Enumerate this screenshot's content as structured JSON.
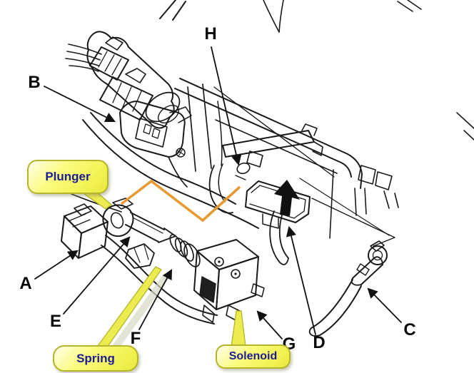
{
  "diagram": {
    "description": "Automotive shift-lock solenoid assembly line diagram",
    "part_letters": [
      {
        "id": "A",
        "text": "A"
      },
      {
        "id": "B",
        "text": "B"
      },
      {
        "id": "C",
        "text": "C"
      },
      {
        "id": "D",
        "text": "D"
      },
      {
        "id": "E",
        "text": "E"
      },
      {
        "id": "F",
        "text": "F"
      },
      {
        "id": "G",
        "text": "G"
      },
      {
        "id": "H",
        "text": "H"
      }
    ],
    "callouts": [
      {
        "id": "plunger",
        "label": "Plunger"
      },
      {
        "id": "spring",
        "label": "Spring"
      },
      {
        "id": "solenoid",
        "label": "Solenoid"
      }
    ],
    "colors": {
      "background": "#ffffff",
      "line_art": "#1a1a1a",
      "callout_fill": "#f2f254",
      "callout_border": "#b5b52b",
      "callout_text": "#1c1c99",
      "orange_leader": "#e89a32",
      "yellow_leader": "#ecec50",
      "install_arrow": "#111111"
    }
  }
}
